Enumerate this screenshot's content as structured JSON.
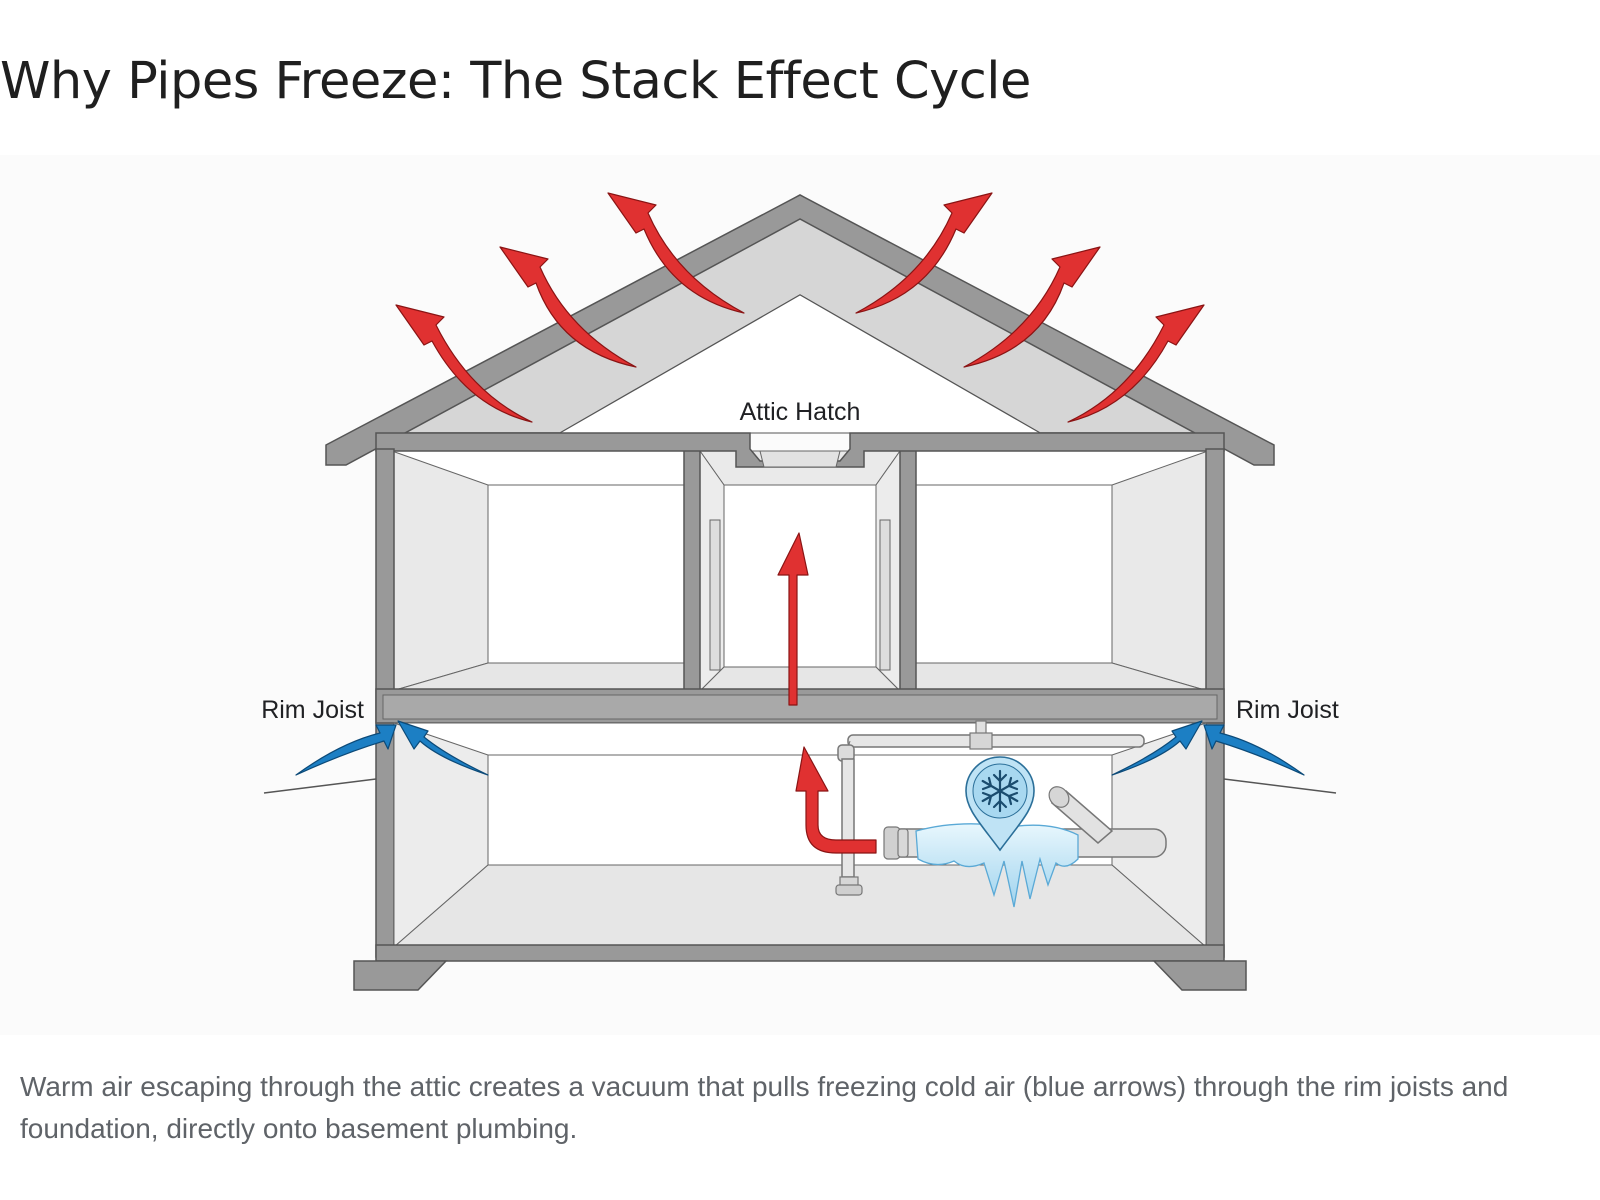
{
  "title": "Why Pipes Freeze: The Stack Effect Cycle",
  "labels": {
    "attic_hatch": "Attic Hatch",
    "rim_joist_left": "Rim Joist",
    "rim_joist_right": "Rim Joist"
  },
  "caption": "Warm air escaping through the attic creates a vacuum that pulls freezing cold air (blue arrows) through the rim joists and foundation, directly onto basement plumbing.",
  "colors": {
    "warm_air": "#e03131",
    "cold_air": "#1c7fc4",
    "structure": "#8e8e8e",
    "ice": "#bfe3f5"
  },
  "icons": [
    "snowflake-icon"
  ]
}
